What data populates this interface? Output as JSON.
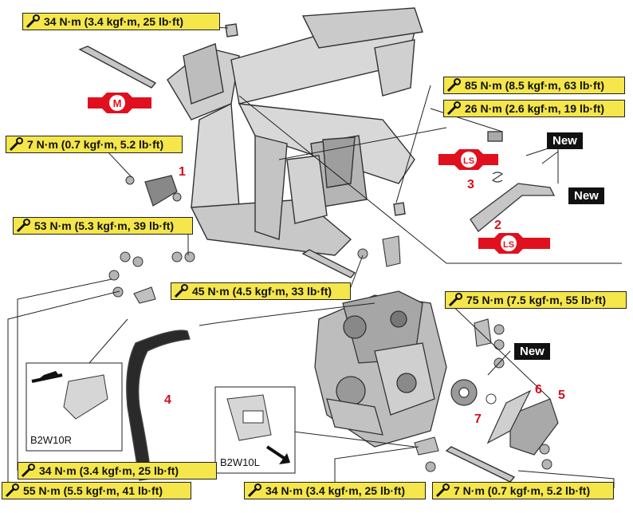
{
  "torque_labels": {
    "t_34_top": "34 N·m (3.4 kgf·m, 25 lb·ft)",
    "t_85": "85 N·m (8.5 kgf·m, 63 lb·ft)",
    "t_26": "26 N·m (2.6 kgf·m, 19 lb·ft)",
    "t_7_left": "7 N·m (0.7 kgf·m, 5.2 lb·ft)",
    "t_53": "53 N·m (5.3 kgf·m, 39 lb·ft)",
    "t_45": "45 N·m (4.5 kgf·m, 33 lb·ft)",
    "t_75": "75 N·m (7.5 kgf·m, 55 lb·ft)",
    "t_34_left": "34 N·m (3.4 kgf·m, 25 lb·ft)",
    "t_55": "55 N·m (5.5 kgf·m, 41 lb·ft)",
    "t_34_bottom": "34 N·m (3.4 kgf·m, 25 lb·ft)",
    "t_7_right": "7 N·m (0.7 kgf·m, 5.2 lb·ft)"
  },
  "callouts": {
    "c1": "1",
    "c2": "2",
    "c3": "3",
    "c4": "4",
    "c5": "5",
    "c6": "6",
    "c7": "7"
  },
  "new_tags": {
    "n1": "New",
    "n2": "New",
    "n3": "New"
  },
  "lube_marks": {
    "m": "M",
    "ls_top": "LS",
    "ls_bottom": "LS"
  },
  "model_labels": {
    "left": "B2W10R",
    "right": "B2W10L"
  },
  "colors": {
    "torque_fill": "#f4e64b",
    "callout": "#d0101e",
    "lube_red": "#e0101e"
  }
}
